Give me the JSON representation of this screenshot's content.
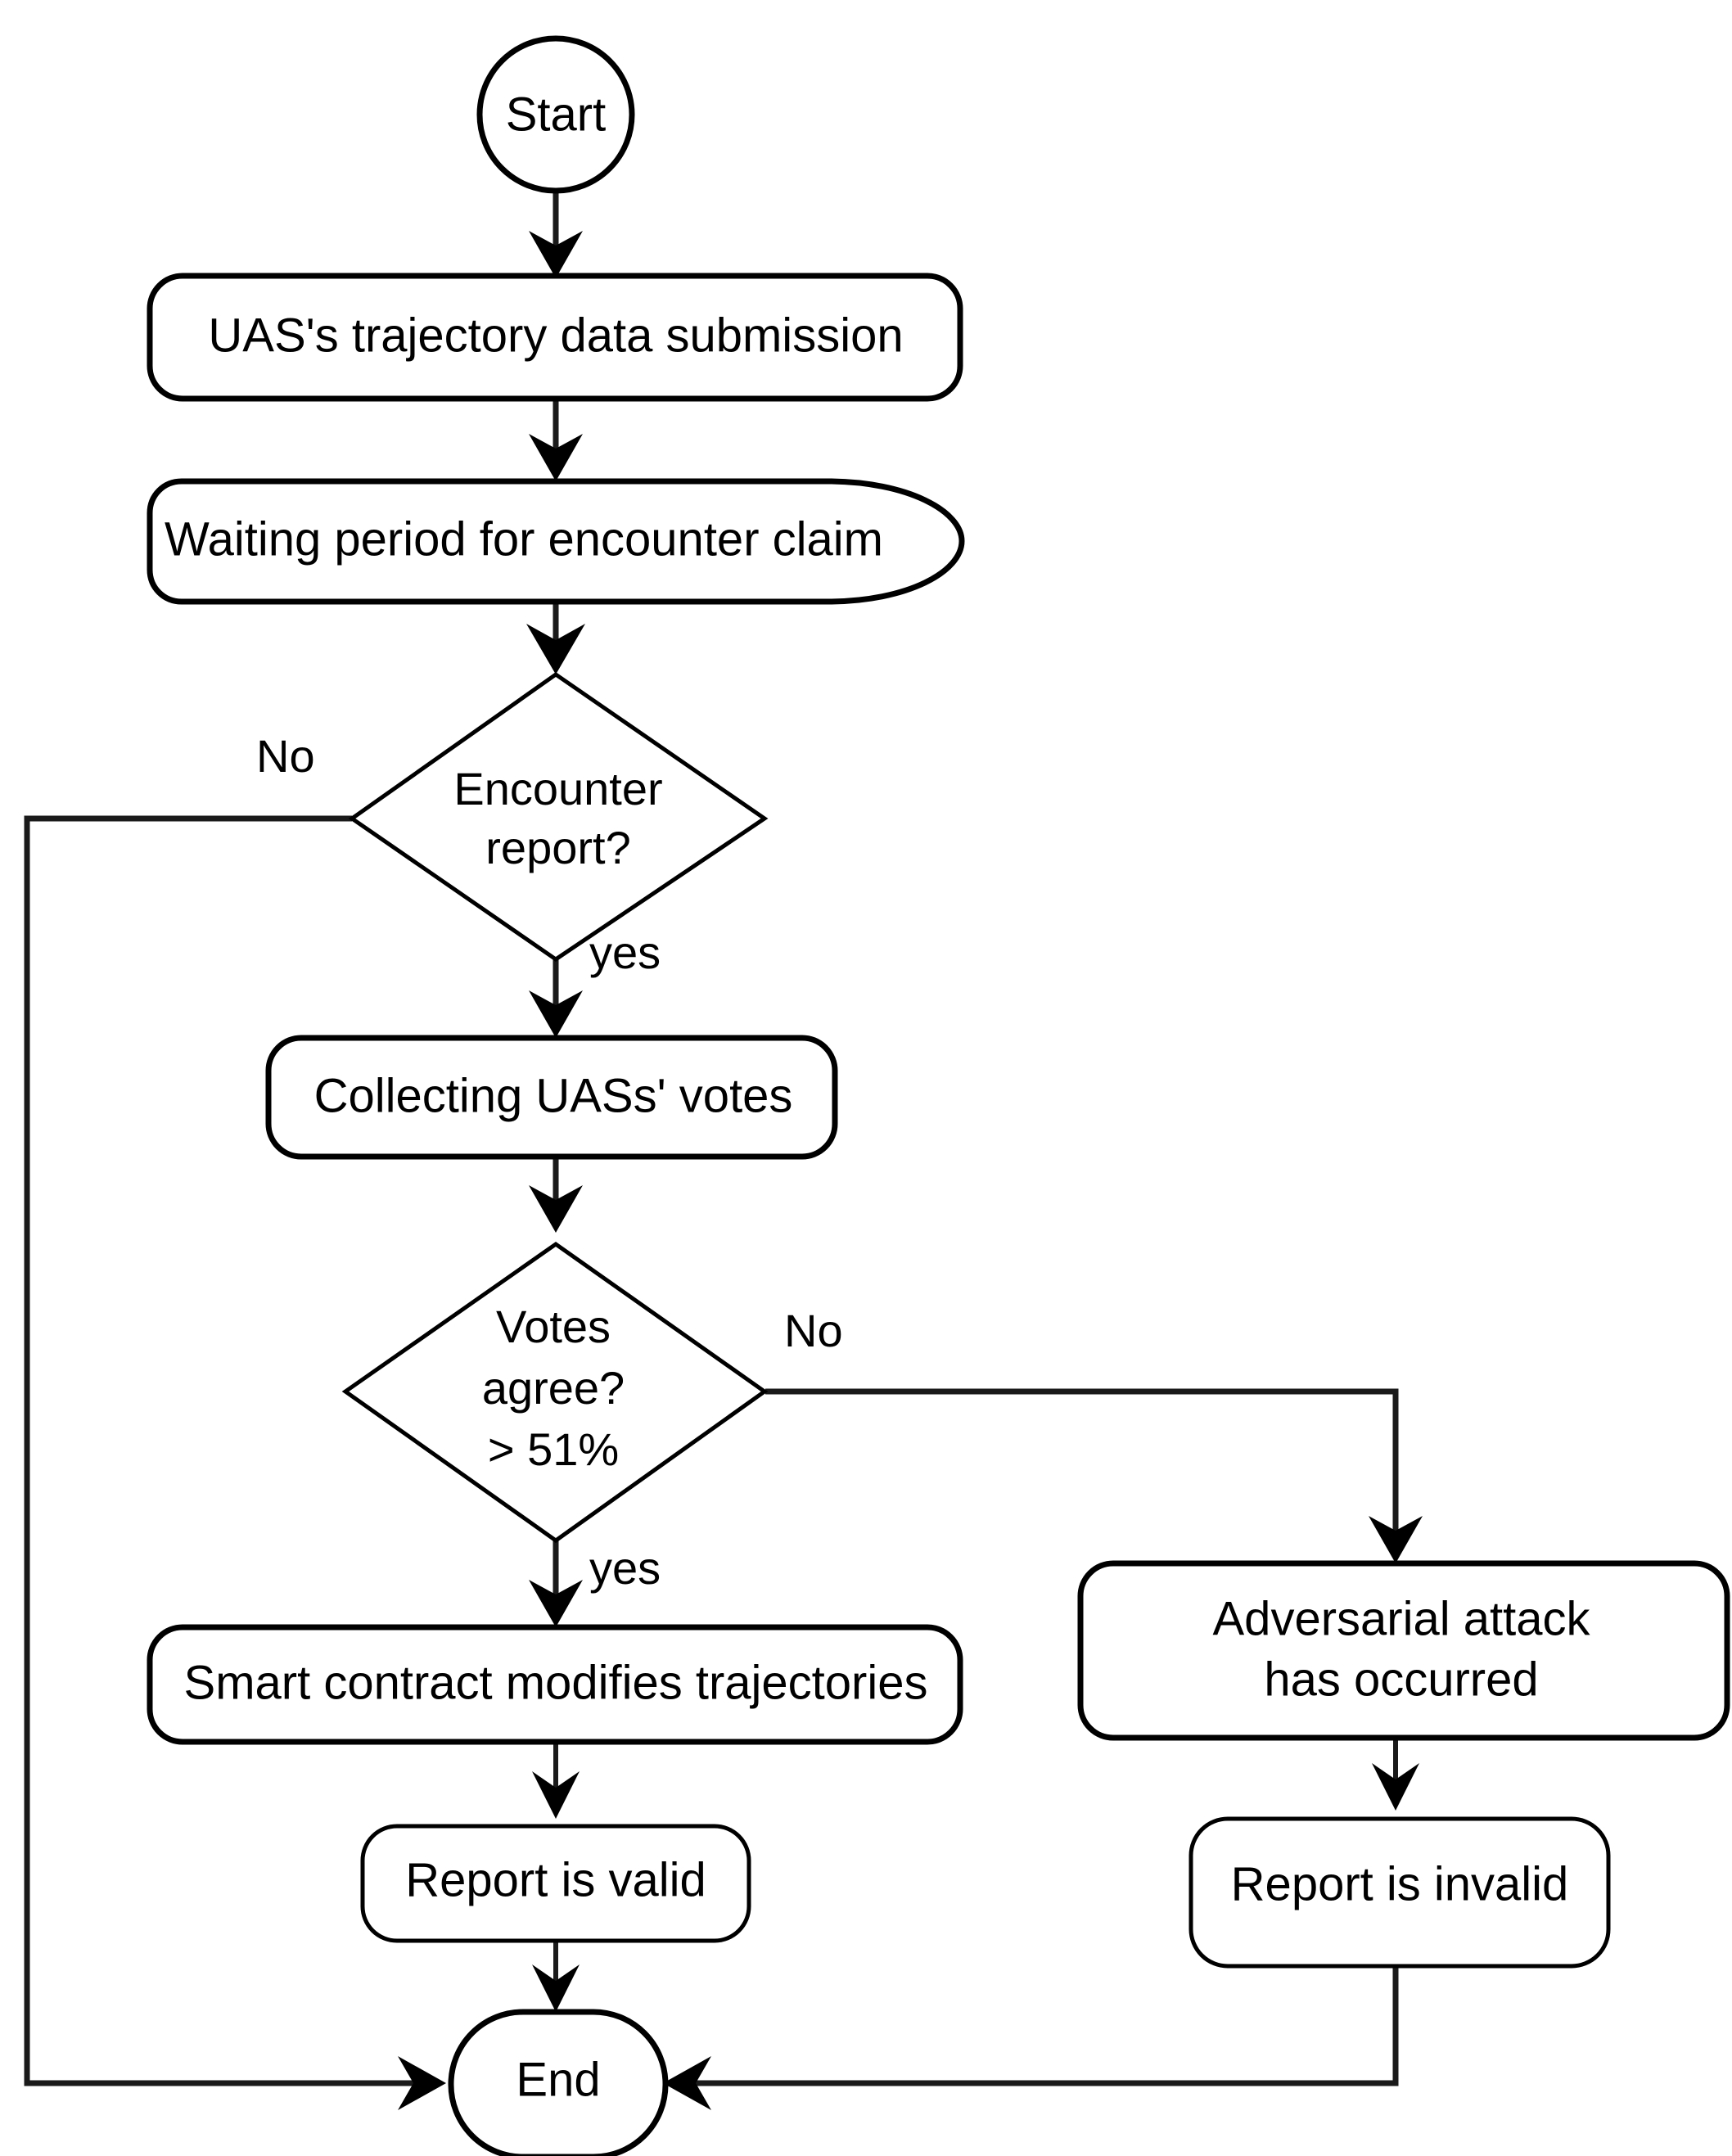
{
  "diagram": {
    "type": "flowchart",
    "title": "",
    "background_color": "#ffffff",
    "stroke_color": "#000000",
    "fill_color": "#ffffff",
    "nodes": [
      {
        "id": "start",
        "shape": "circle",
        "label": "Start"
      },
      {
        "id": "submission",
        "shape": "rounded-rect",
        "label": "UAS's trajectory data submission"
      },
      {
        "id": "waiting",
        "shape": "delay",
        "label": "Waiting period for encounter claim"
      },
      {
        "id": "encounter",
        "shape": "diamond",
        "label_line1": "Encounter",
        "label_line2": "report?"
      },
      {
        "id": "collecting",
        "shape": "rounded-rect",
        "label": "Collecting UASs' votes"
      },
      {
        "id": "votes",
        "shape": "diamond",
        "label_line1": "Votes",
        "label_line2": "agree?",
        "label_line3": "> 51%"
      },
      {
        "id": "smart",
        "shape": "rounded-rect",
        "label": "Smart contract modifies trajectories"
      },
      {
        "id": "adversarial",
        "shape": "rounded-rect",
        "label_line1": "Adversarial attack",
        "label_line2": "has occurred"
      },
      {
        "id": "valid",
        "shape": "rounded-rect",
        "label": "Report is valid"
      },
      {
        "id": "invalid",
        "shape": "rounded-rect",
        "label": "Report is invalid"
      },
      {
        "id": "end",
        "shape": "stadium",
        "label": "End"
      }
    ],
    "edges": [
      {
        "from": "start",
        "to": "submission",
        "label": ""
      },
      {
        "from": "submission",
        "to": "waiting",
        "label": ""
      },
      {
        "from": "waiting",
        "to": "encounter",
        "label": ""
      },
      {
        "from": "encounter",
        "to": "end",
        "label": "No"
      },
      {
        "from": "encounter",
        "to": "collecting",
        "label": "yes"
      },
      {
        "from": "collecting",
        "to": "votes",
        "label": ""
      },
      {
        "from": "votes",
        "to": "adversarial",
        "label": "No"
      },
      {
        "from": "votes",
        "to": "smart",
        "label": "yes"
      },
      {
        "from": "smart",
        "to": "valid",
        "label": ""
      },
      {
        "from": "adversarial",
        "to": "invalid",
        "label": ""
      },
      {
        "from": "valid",
        "to": "end",
        "label": ""
      },
      {
        "from": "invalid",
        "to": "end",
        "label": ""
      }
    ]
  },
  "labels": {
    "start": "Start",
    "submission": "UAS's trajectory data submission",
    "waiting": "Waiting period for encounter claim",
    "encounter_l1": "Encounter",
    "encounter_l2": "report?",
    "collecting": "Collecting UASs' votes",
    "votes_l1": "Votes",
    "votes_l2": "agree?",
    "votes_l3": "> 51%",
    "smart": "Smart contract modifies trajectories",
    "adversarial_l1": "Adversarial attack",
    "adversarial_l2": "has occurred",
    "valid": "Report is valid",
    "invalid": "Report is invalid",
    "end": "End",
    "edge_no_1": "No",
    "edge_yes_1": "yes",
    "edge_no_2": "No",
    "edge_yes_2": "yes"
  }
}
